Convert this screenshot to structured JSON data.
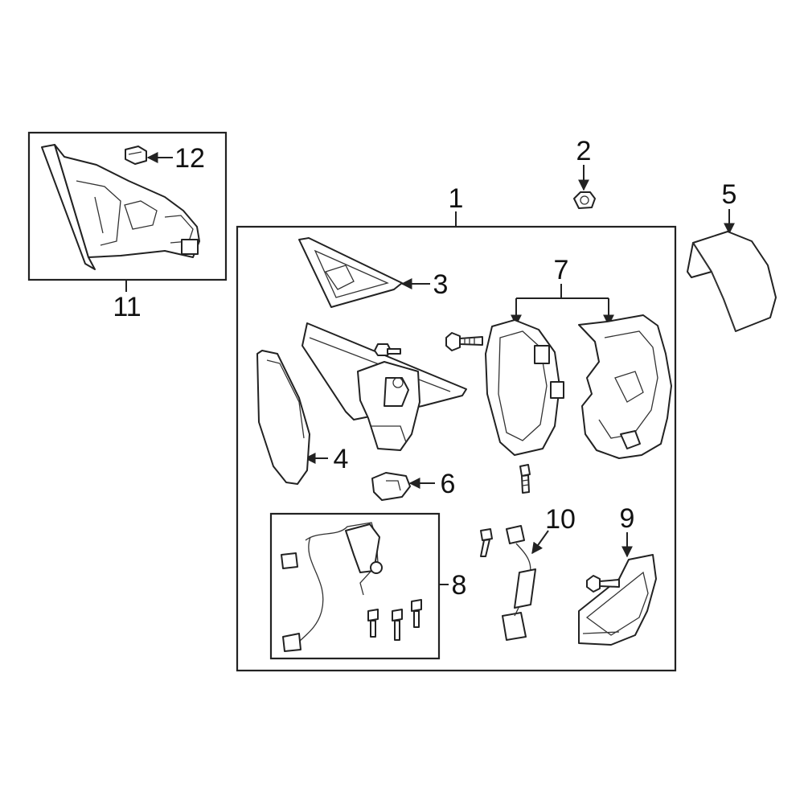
{
  "callouts": {
    "c1": "1",
    "c2": "2",
    "c3": "3",
    "c4": "4",
    "c5": "5",
    "c6": "6",
    "c7": "7",
    "c8": "8",
    "c9": "9",
    "c10": "10",
    "c11": "11",
    "c12": "12"
  },
  "colors": {
    "line": "#222222",
    "background": "#ffffff"
  }
}
